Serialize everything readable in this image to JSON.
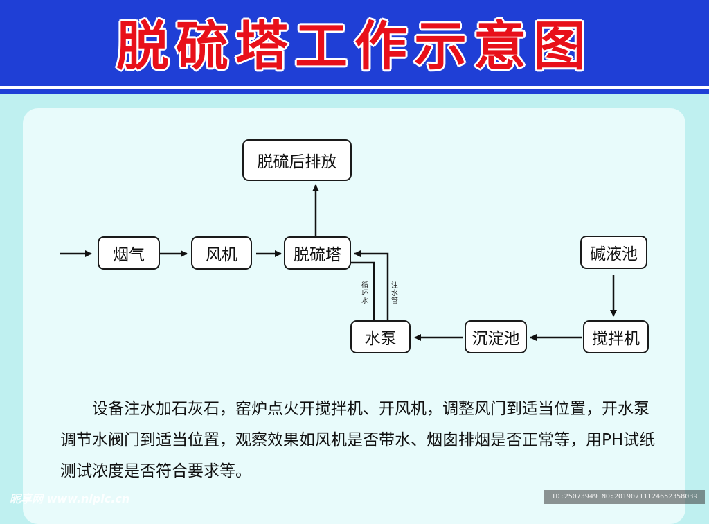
{
  "title": "脱硫塔工作示意图",
  "nodes": {
    "discharge": "脱硫后排放",
    "flue_gas": "烟气",
    "fan": "风机",
    "tower": "脱硫塔",
    "alkali_pool": "碱液池",
    "pump": "水泵",
    "settling_pool": "沉淀池",
    "mixer": "搅拌机"
  },
  "edge_labels": {
    "circulating_water": "循环水",
    "inlet_pipe": "注水管"
  },
  "description": "设备注水加石灰石，窑炉点火开搅拌机、开风机，调整风门到适当位置，开水泵调节水阀门到适当位置，观察效果如风机是否带水、烟囱排烟是否正常等，用PH试纸测试浓度是否符合要求等。",
  "watermark": {
    "left": "昵享网 www.nipic.cn",
    "right": "ID:25073949 NO:20190711124652358039"
  },
  "colors": {
    "header_blue": "#1f3fd6",
    "title_red": "#e8101a",
    "background": "#bff0f0",
    "panel": "#e8fbfb"
  }
}
